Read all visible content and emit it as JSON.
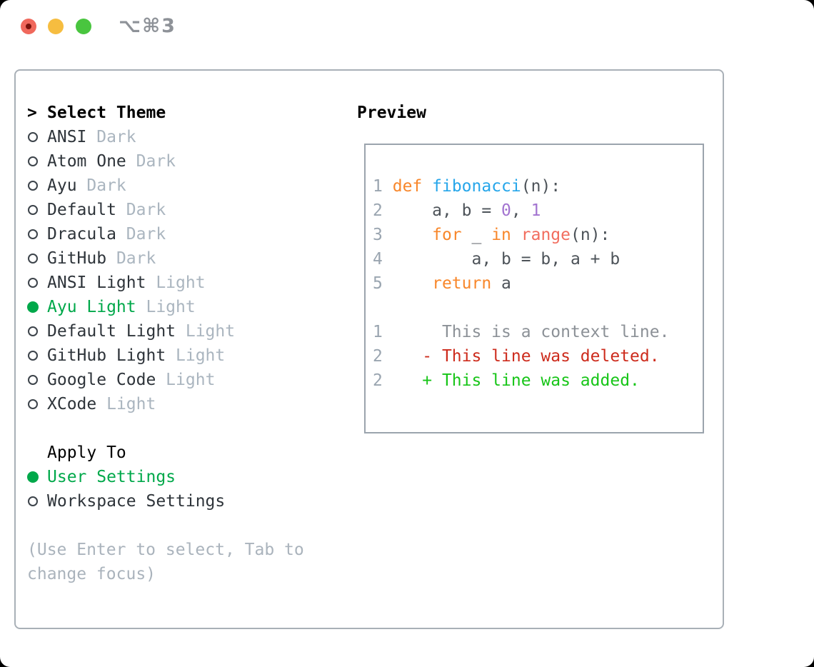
{
  "titlebar": {
    "shortcut": "⌥⌘3",
    "traffic_lights": [
      "close",
      "minimize",
      "zoom"
    ]
  },
  "theme_picker": {
    "header_marker": ">",
    "header": "Select Theme",
    "themes": [
      {
        "name": "ANSI",
        "variant": "Dark",
        "selected": false
      },
      {
        "name": "Atom One",
        "variant": "Dark",
        "selected": false
      },
      {
        "name": "Ayu",
        "variant": "Dark",
        "selected": false
      },
      {
        "name": "Default",
        "variant": "Dark",
        "selected": false
      },
      {
        "name": "Dracula",
        "variant": "Dark",
        "selected": false
      },
      {
        "name": "GitHub",
        "variant": "Dark",
        "selected": false
      },
      {
        "name": "ANSI Light",
        "variant": "Light",
        "selected": false
      },
      {
        "name": "Ayu Light",
        "variant": "Light",
        "selected": true
      },
      {
        "name": "Default Light",
        "variant": "Light",
        "selected": false
      },
      {
        "name": "GitHub Light",
        "variant": "Light",
        "selected": false
      },
      {
        "name": "Google Code",
        "variant": "Light",
        "selected": false
      },
      {
        "name": "XCode",
        "variant": "Light",
        "selected": false
      }
    ],
    "apply_to": {
      "label": "Apply To",
      "options": [
        {
          "label": "User Settings",
          "selected": true
        },
        {
          "label": "Workspace Settings",
          "selected": false
        }
      ]
    },
    "hint_lines": [
      "(Use Enter to select, Tab to",
      "change focus)"
    ]
  },
  "preview": {
    "label": "Preview",
    "code_lines": [
      {
        "num": "1",
        "tokens": [
          [
            " ",
            "plain"
          ],
          [
            "def",
            "keyword"
          ],
          [
            " ",
            "plain"
          ],
          [
            "fibonacci",
            "function"
          ],
          [
            "(n):",
            "plain"
          ]
        ]
      },
      {
        "num": "2",
        "tokens": [
          [
            "     a, b = ",
            "plain"
          ],
          [
            "0",
            "number"
          ],
          [
            ", ",
            "plain"
          ],
          [
            "1",
            "number"
          ]
        ]
      },
      {
        "num": "3",
        "tokens": [
          [
            "     ",
            "plain"
          ],
          [
            "for",
            "keyword"
          ],
          [
            " _ ",
            "plain"
          ],
          [
            "in",
            "keyword"
          ],
          [
            " ",
            "plain"
          ],
          [
            "range",
            "builtin"
          ],
          [
            "(n):",
            "plain"
          ]
        ]
      },
      {
        "num": "4",
        "tokens": [
          [
            "         a, b = b, a + b",
            "plain"
          ]
        ]
      },
      {
        "num": "5",
        "tokens": [
          [
            "     ",
            "plain"
          ],
          [
            "return",
            "keyword"
          ],
          [
            " a",
            "plain"
          ]
        ]
      },
      {
        "num": "",
        "tokens": []
      },
      {
        "num": "1",
        "tokens": [
          [
            "      This is a context line.",
            "context"
          ]
        ]
      },
      {
        "num": "2",
        "tokens": [
          [
            "    - This line was deleted.",
            "deleted"
          ]
        ]
      },
      {
        "num": "2",
        "tokens": [
          [
            "    + This line was added.",
            "added"
          ]
        ]
      }
    ]
  },
  "colors": {
    "selection_green": "#00a84a",
    "keyword": "#f8872b",
    "function": "#26a6ea",
    "builtin": "#f26d5e",
    "number": "#a273d0",
    "plain": "#4d5359",
    "context": "#8c9197",
    "deleted": "#cd2b1c",
    "added": "#17c518",
    "line_number": "#9aa5b0",
    "theme_name": "#2e343a",
    "variant_tag": "#aab5bf",
    "hint_text": "#aab3bc"
  }
}
